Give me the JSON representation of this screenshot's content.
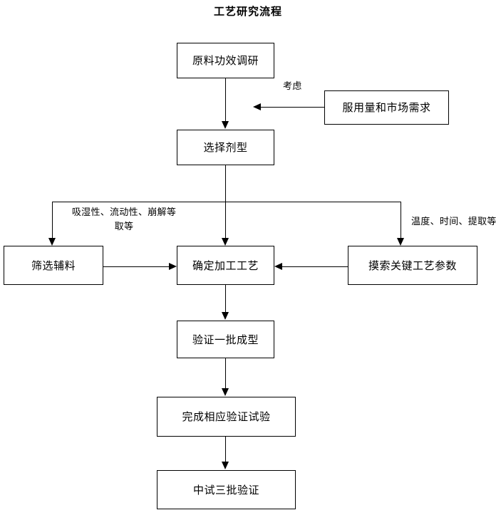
{
  "diagram": {
    "title": "工艺研究流程",
    "nodes": [
      {
        "id": "raw-material-research",
        "label": "原料功效调研"
      },
      {
        "id": "dosage-market-demand",
        "label": "服用量和市场需求"
      },
      {
        "id": "select-dosage-form",
        "label": "选择剂型"
      },
      {
        "id": "screen-excipients",
        "label": "筛选辅料"
      },
      {
        "id": "determine-process",
        "label": "确定加工工艺"
      },
      {
        "id": "explore-key-parameters",
        "label": "摸索关键工艺参数"
      },
      {
        "id": "verify-one-batch",
        "label": "验证一批成型"
      },
      {
        "id": "complete-validation-tests",
        "label": "完成相应验证试验"
      },
      {
        "id": "pilot-three-batch-validation",
        "label": "中试三批验证"
      }
    ],
    "edge_labels": {
      "consider": "考虑",
      "excipient_properties_line1": "吸湿性、流动性、崩解等",
      "excipient_properties_line2": "取等",
      "process_parameters": "温度、时间、提取等"
    },
    "colors": {
      "stroke": "#000000",
      "background": "#ffffff",
      "text": "#000000"
    }
  }
}
